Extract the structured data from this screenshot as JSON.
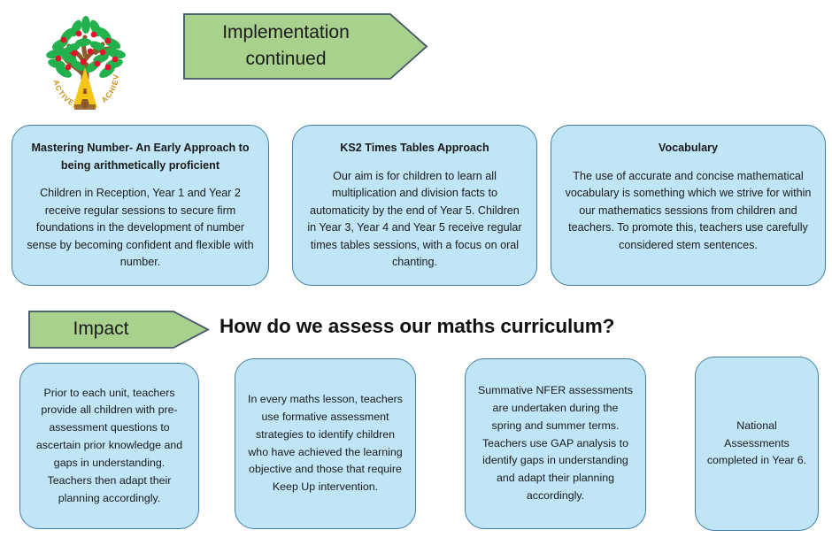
{
  "logo": {
    "name": "school-tree-logo",
    "motto_left": "ACTIVE",
    "motto_right": "ACHIEVE",
    "monogram": "A",
    "colors": {
      "leaf": "#22b14c",
      "fruit": "#e8112d",
      "trunk": "#8a5a2b",
      "monogram": "#f5c518",
      "motto": "#c8911a"
    }
  },
  "banners": {
    "implementation": {
      "line1": "Implementation",
      "line2": "continued"
    },
    "impact": {
      "label": "Impact"
    },
    "colors": {
      "fill": "#a9d18e",
      "border": "#44546a"
    }
  },
  "headings": {
    "assessment_question": "How do we assess our maths curriculum?"
  },
  "implementation_cards": [
    {
      "id": "mastering-number",
      "title": "Mastering Number- An Early Approach to being arithmetically proficient",
      "body": "Children in Reception, Year 1 and Year 2 receive regular sessions to secure firm foundations in the development of number sense by becoming confident and flexible with number."
    },
    {
      "id": "ks2-times-tables",
      "title": "KS2 Times Tables Approach",
      "body": "Our aim is for children to learn all multiplication and division facts to automaticity by the end of Year 5. Children in Year 3, Year 4 and Year 5 receive regular times tables sessions, with a focus on oral chanting."
    },
    {
      "id": "vocabulary",
      "title": "Vocabulary",
      "body": "The use of accurate and concise mathematical vocabulary is something which we strive for within our mathematics sessions from children and teachers. To promote this, teachers use carefully considered stem sentences."
    }
  ],
  "impact_cards": [
    {
      "id": "pre-assessment",
      "body": "Prior to each unit, teachers provide all children with pre-assessment questions to ascertain prior knowledge and gaps in understanding. Teachers then adapt their planning accordingly."
    },
    {
      "id": "formative-assessment",
      "body": "In every maths lesson, teachers use formative assessment strategies to identify children who have achieved the learning objective and those that require Keep Up intervention."
    },
    {
      "id": "summative-nfer",
      "body": "Summative NFER assessments are undertaken during the spring and summer terms. Teachers use GAP analysis to identify gaps in understanding and adapt their planning accordingly."
    },
    {
      "id": "national-assessments",
      "body": "National Assessments completed in Year 6."
    }
  ],
  "theme": {
    "card_fill": "#bfe5f7",
    "card_border": "#3f7fa6",
    "banner_fill": "#a9d18e",
    "banner_border": "#44546a",
    "page_background": "#ffffff",
    "text": "#1a1a1a"
  }
}
